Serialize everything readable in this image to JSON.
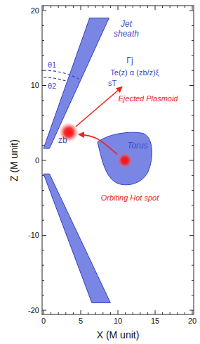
{
  "diagram": {
    "nodes": [
      {
        "text": [
          "Ejected Plasmoid"
        ]
      },
      {
        "text": [
          "Torus"
        ]
      },
      {
        "text": [
          "Orbiting Hot spot"
        ],
        "in": 1
      }
    ],
    "edges": [
      {
        "from": 2,
        "to": 0,
        "arrow": "to"
      }
    ],
    "labels": [
      "Jet sheath",
      "Γj",
      "Te(z) α (zb/z)ξ",
      "sT",
      "θ1",
      "θ2",
      "zb",
      "20",
      "10",
      "0",
      "-10",
      "-20",
      "0",
      "5",
      "10",
      "15",
      "20",
      "X (M unit)",
      "Z (M unit)"
    ]
  }
}
